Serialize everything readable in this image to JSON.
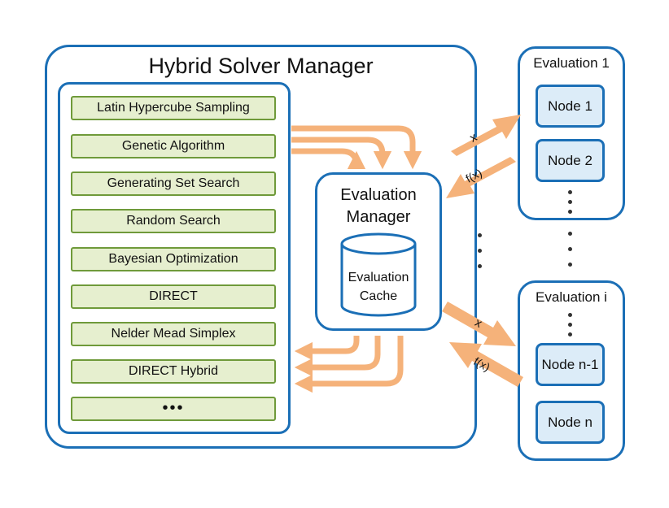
{
  "manager": {
    "title": "Hybrid Solver Manager"
  },
  "solvers": [
    "Latin Hypercube Sampling",
    "Genetic Algorithm",
    "Generating Set Search",
    "Random Search",
    "Bayesian Optimization",
    "DIRECT",
    "Nelder Mead Simplex",
    "DIRECT Hybrid",
    "•••"
  ],
  "evaluation_manager": {
    "line1": "Evaluation",
    "line2": "Manager"
  },
  "cache": {
    "line1": "Evaluation",
    "line2": "Cache"
  },
  "evaluations": [
    {
      "title": "Evaluation 1",
      "nodes": [
        "Node 1",
        "Node 2"
      ]
    },
    {
      "title": "Evaluation i",
      "nodes": [
        "Node n-1",
        "Node n"
      ]
    }
  ],
  "arrows": {
    "x": "x",
    "fx": "f(x)"
  },
  "colors": {
    "border_blue": "#1b6fb6",
    "green_fill": "#e6efcf",
    "green_border": "#6f9a3a",
    "node_fill": "#dcecf8",
    "arrow_orange": "#f5b27a"
  }
}
